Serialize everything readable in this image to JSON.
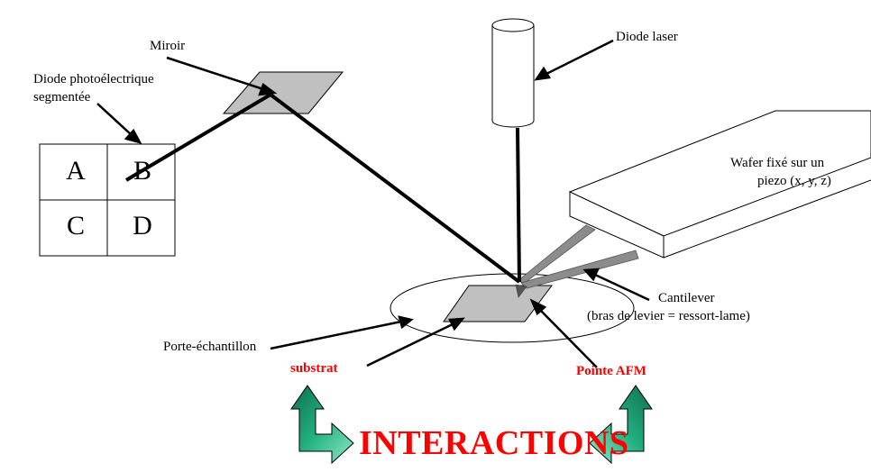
{
  "labels": {
    "miroir": "Miroir",
    "diode_photo_line1": "Diode photoélectrique",
    "diode_photo_line2": "segmentée",
    "diode_laser": "Diode laser",
    "wafer_line1": "Wafer fixé sur un",
    "wafer_line2": "piezo (x, y, z)",
    "cantilever_line1": "Cantilever",
    "cantilever_line2": "(bras de levier = ressort-lame)",
    "porte_echantillon": "Porte-échantillon",
    "substrat": "substrat",
    "pointe_afm": "Pointe AFM",
    "interactions": "INTERACTIONS"
  },
  "quadrants": {
    "a": "A",
    "b": "B",
    "c": "C",
    "d": "D"
  },
  "colors": {
    "surface_gray": "#c0c0c0",
    "beam": "#000000",
    "cantilever_gray": "#8c8c8c",
    "highlight_red": "#ff0000",
    "arrow_green": "#1a9a6c"
  }
}
